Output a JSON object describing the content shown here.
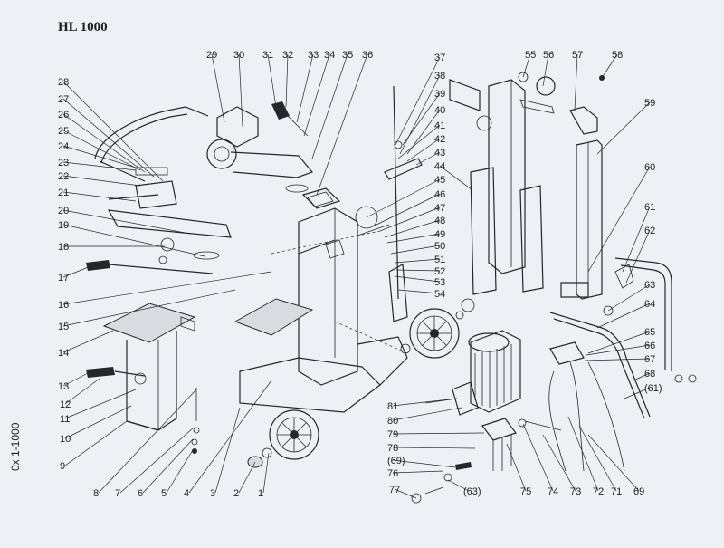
{
  "title": "HL 1000",
  "side_code": "0x 1-1000",
  "callouts": [
    "1",
    "2",
    "3",
    "4",
    "5",
    "6",
    "7",
    "8",
    "9",
    "10",
    "11",
    "12",
    "13",
    "14",
    "15",
    "16",
    "17",
    "18",
    "19",
    "20",
    "21",
    "22",
    "23",
    "24",
    "25",
    "26",
    "27",
    "28",
    "29",
    "30",
    "31",
    "32",
    "33",
    "34",
    "35",
    "36",
    "37",
    "38",
    "39",
    "40",
    "41",
    "42",
    "43",
    "44",
    "45",
    "46",
    "47",
    "48",
    "49",
    "50",
    "51",
    "52",
    "53",
    "54",
    "55",
    "56",
    "57",
    "58",
    "59",
    "60",
    "61",
    "62",
    "63",
    "64",
    "65",
    "66",
    "67",
    "68",
    "(61)",
    "69",
    "71",
    "72",
    "73",
    "74",
    "75",
    "(63)",
    "76",
    "77",
    "(69)",
    "78",
    "79",
    "80",
    "81"
  ],
  "colors": {
    "ink": "#26272d",
    "paper": "#eef0f5"
  }
}
